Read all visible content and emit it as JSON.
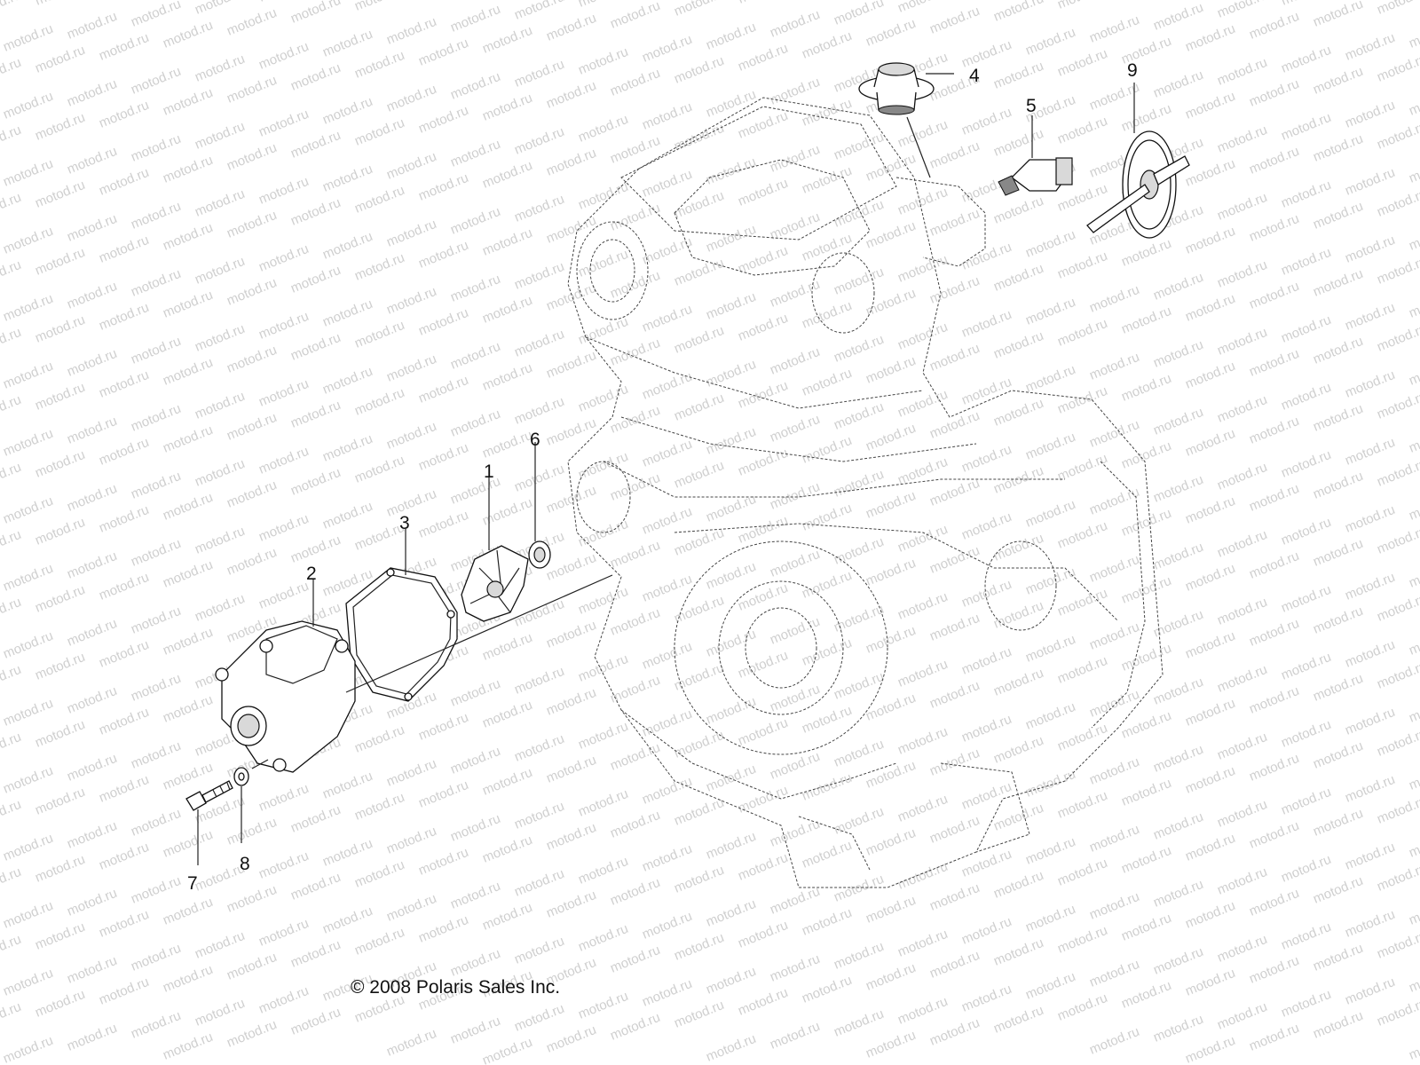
{
  "watermark": {
    "text": "motod.ru"
  },
  "copyright": "© 2008 Polaris Sales Inc.",
  "callouts": [
    "1",
    "2",
    "3",
    "4",
    "5",
    "6",
    "7",
    "8",
    "9"
  ],
  "colors": {
    "line": "#111111",
    "watermark": "#cfcfcf",
    "background": "#ffffff"
  }
}
